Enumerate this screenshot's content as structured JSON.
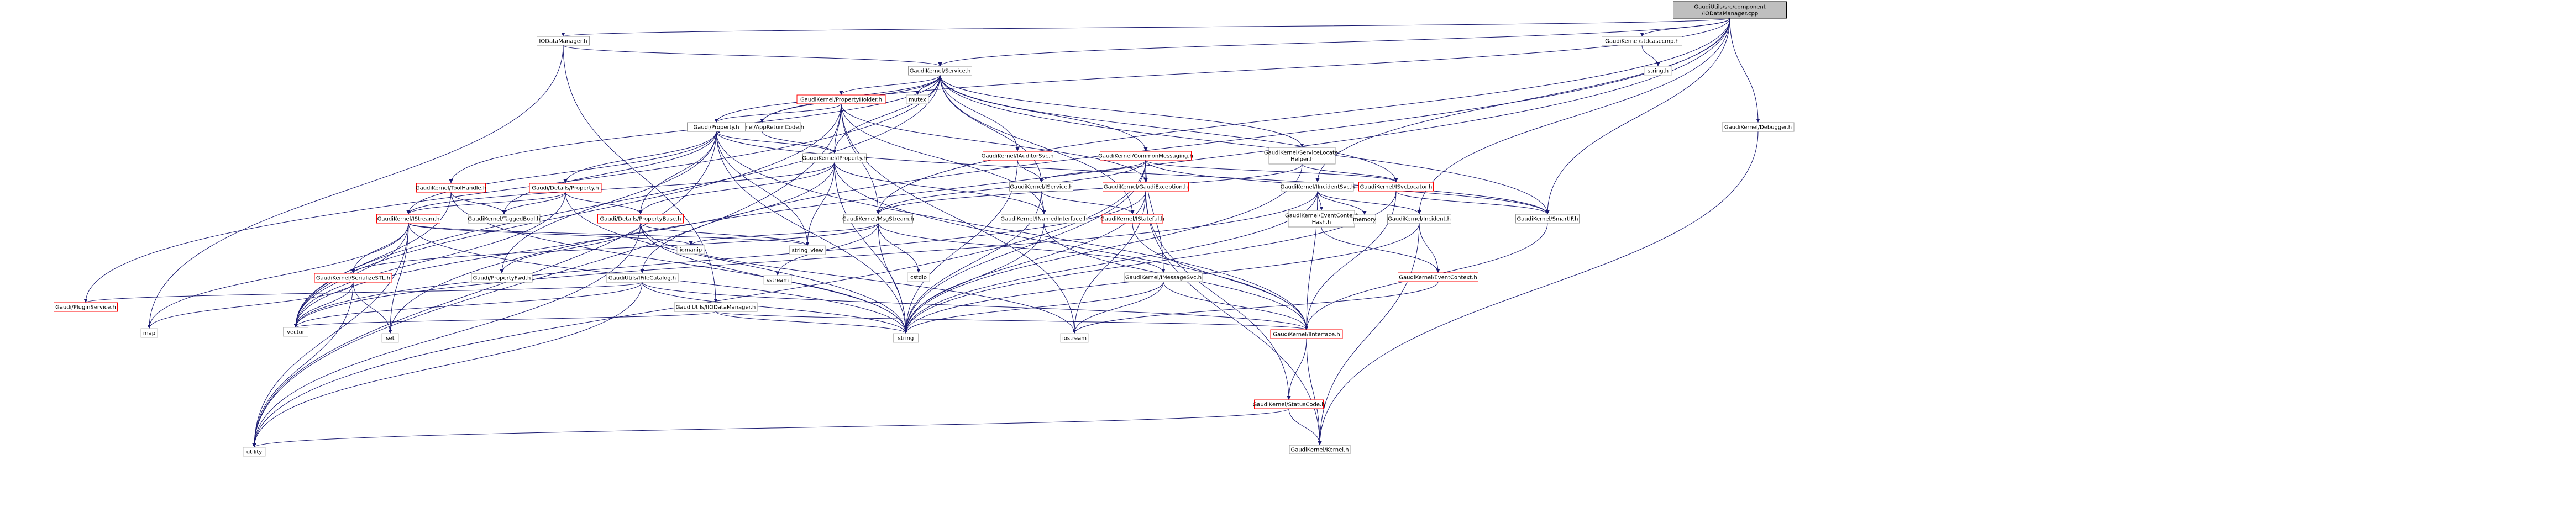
{
  "colors": {
    "edge": "#191970",
    "node_border": "#999999",
    "node_border_missing": "#bfbfbf",
    "node_border_truncated": "#ff0000",
    "root_fill": "#bfbfbf"
  },
  "nodes": [
    {
      "id": "root",
      "lines": [
        "GaudiUtils/src/component",
        "/IODataManager.cpp"
      ],
      "style": "root"
    },
    {
      "id": "iodatamanager_h",
      "lines": [
        "IODataManager.h"
      ],
      "style": "normal"
    },
    {
      "id": "service_h",
      "lines": [
        "GaudiKernel/Service.h"
      ],
      "style": "normal"
    },
    {
      "id": "stdcasecmp_h",
      "lines": [
        "GaudiKernel/stdcasecmp.h"
      ],
      "style": "normal"
    },
    {
      "id": "string_h",
      "lines": [
        "string.h"
      ],
      "style": "missing"
    },
    {
      "id": "debugger_h",
      "lines": [
        "GaudiKernel/Debugger.h"
      ],
      "style": "normal"
    },
    {
      "id": "propertyholder_h",
      "lines": [
        "GaudiKernel/PropertyHolder.h"
      ],
      "style": "truncated"
    },
    {
      "id": "appreturncode_h",
      "lines": [
        "GaudiKernel/AppReturnCode.h"
      ],
      "style": "normal"
    },
    {
      "id": "mutex",
      "lines": [
        "mutex"
      ],
      "style": "missing"
    },
    {
      "id": "property_h",
      "lines": [
        "Gaudi/Property.h"
      ],
      "style": "normal"
    },
    {
      "id": "iauditorsvc_h",
      "lines": [
        "GaudiKernel/IAuditorSvc.h"
      ],
      "style": "truncated"
    },
    {
      "id": "commonmessaging_h",
      "lines": [
        "GaudiKernel/CommonMessaging.h"
      ],
      "style": "truncated"
    },
    {
      "id": "servicelocatorhelper_h",
      "lines": [
        "GaudiKernel/ServiceLocator",
        "Helper.h"
      ],
      "style": "normal"
    },
    {
      "id": "iproperty_h",
      "lines": [
        "GaudiKernel/IProperty.h"
      ],
      "style": "normal"
    },
    {
      "id": "itoolhandle_h",
      "lines": [
        "GaudiKernel/ToolHandle.h"
      ],
      "style": "truncated"
    },
    {
      "id": "detailsproperty_h",
      "lines": [
        "Gaudi/Details/Property.h"
      ],
      "style": "truncated"
    },
    {
      "id": "iservice_h",
      "lines": [
        "GaudiKernel/IService.h"
      ],
      "style": "normal"
    },
    {
      "id": "gaudiexception_h",
      "lines": [
        "GaudiKernel/GaudiException.h"
      ],
      "style": "truncated"
    },
    {
      "id": "isvclocator_h",
      "lines": [
        "GaudiKernel/ISvcLocator.h"
      ],
      "style": "truncated"
    },
    {
      "id": "iincidentsvc_h",
      "lines": [
        "GaudiKernel/IIncidentSvc.h"
      ],
      "style": "normal"
    },
    {
      "id": "istream_h",
      "lines": [
        "GaudiKernel/IStream.h"
      ],
      "style": "truncated"
    },
    {
      "id": "taggedbool_h",
      "lines": [
        "GaudiKernel/TaggedBool.h"
      ],
      "style": "normal"
    },
    {
      "id": "propertybase_h",
      "lines": [
        "Gaudi/Details/PropertyBase.h"
      ],
      "style": "truncated"
    },
    {
      "id": "msgstream_h",
      "lines": [
        "GaudiKernel/MsgStream.h"
      ],
      "style": "normal"
    },
    {
      "id": "inamedinterface_h",
      "lines": [
        "GaudiKernel/INamedInterface.h"
      ],
      "style": "normal"
    },
    {
      "id": "istateful_h",
      "lines": [
        "GaudiKernel/IStateful.h"
      ],
      "style": "truncated"
    },
    {
      "id": "eventcontexthash_h",
      "lines": [
        "GaudiKernel/EventContext",
        "Hash.h"
      ],
      "style": "normal"
    },
    {
      "id": "memory",
      "lines": [
        "memory"
      ],
      "style": "missing"
    },
    {
      "id": "incident_h",
      "lines": [
        "GaudiKernel/Incident.h"
      ],
      "style": "normal"
    },
    {
      "id": "smartif_h",
      "lines": [
        "GaudiKernel/SmartIF.h"
      ],
      "style": "normal"
    },
    {
      "id": "filecatalog_h",
      "lines": [
        "GaudiUtils/IFileCatalog.h"
      ],
      "style": "normal"
    },
    {
      "id": "serializestl_h",
      "lines": [
        "GaudiKernel/SerializeSTL.h"
      ],
      "style": "truncated"
    },
    {
      "id": "propertyfwd_h",
      "lines": [
        "Gaudi/PropertyFwd.h"
      ],
      "style": "normal"
    },
    {
      "id": "iomanip",
      "lines": [
        "iomanip"
      ],
      "style": "missing"
    },
    {
      "id": "string_view",
      "lines": [
        "string_view"
      ],
      "style": "missing"
    },
    {
      "id": "sstream",
      "lines": [
        "sstream"
      ],
      "style": "missing"
    },
    {
      "id": "cstdio",
      "lines": [
        "cstdio"
      ],
      "style": "missing"
    },
    {
      "id": "imessagesvc_h",
      "lines": [
        "GaudiKernel/IMessageSvc.h"
      ],
      "style": "normal"
    },
    {
      "id": "eventcontext_h",
      "lines": [
        "GaudiKernel/EventContext.h"
      ],
      "style": "truncated"
    },
    {
      "id": "iiodatamanager_h",
      "lines": [
        "GaudiUtils/IIODataManager.h"
      ],
      "style": "normal"
    },
    {
      "id": "ipluginservice_h",
      "lines": [
        "Gaudi/PluginService.h"
      ],
      "style": "truncated"
    },
    {
      "id": "map",
      "lines": [
        "map"
      ],
      "style": "missing"
    },
    {
      "id": "vector",
      "lines": [
        "vector"
      ],
      "style": "missing"
    },
    {
      "id": "set",
      "lines": [
        "set"
      ],
      "style": "missing"
    },
    {
      "id": "string",
      "lines": [
        "string"
      ],
      "style": "missing"
    },
    {
      "id": "iostream",
      "lines": [
        "iostream"
      ],
      "style": "missing"
    },
    {
      "id": "iinterface_h",
      "lines": [
        "GaudiKernel/IInterface.h"
      ],
      "style": "truncated"
    },
    {
      "id": "utility",
      "lines": [
        "utility"
      ],
      "style": "missing"
    },
    {
      "id": "statuscode_h",
      "lines": [
        "GaudiKernel/StatusCode.h"
      ],
      "style": "truncated"
    },
    {
      "id": "kernel_h",
      "lines": [
        "GaudiKernel/Kernel.h"
      ],
      "style": "normal"
    }
  ],
  "edges": [
    [
      "root",
      "iodatamanager_h"
    ],
    [
      "root",
      "service_h"
    ],
    [
      "root",
      "stdcasecmp_h"
    ],
    [
      "root",
      "debugger_h"
    ],
    [
      "root",
      "appreturncode_h"
    ],
    [
      "root",
      "msgstream_h"
    ],
    [
      "root",
      "iincidentsvc_h"
    ],
    [
      "root",
      "incident_h"
    ],
    [
      "root",
      "smartif_h"
    ],
    [
      "root",
      "filecatalog_h"
    ],
    [
      "root",
      "set"
    ],
    [
      "stdcasecmp_h",
      "string_h"
    ],
    [
      "debugger_h",
      "kernel_h"
    ],
    [
      "iodatamanager_h",
      "service_h"
    ],
    [
      "iodatamanager_h",
      "iiodatamanager_h"
    ],
    [
      "iodatamanager_h",
      "map"
    ],
    [
      "service_h",
      "propertyholder_h"
    ],
    [
      "service_h",
      "appreturncode_h"
    ],
    [
      "service_h",
      "mutex"
    ],
    [
      "service_h",
      "property_h"
    ],
    [
      "service_h",
      "iauditorsvc_h"
    ],
    [
      "service_h",
      "commonmessaging_h"
    ],
    [
      "service_h",
      "servicelocatorhelper_h"
    ],
    [
      "service_h",
      "iproperty_h"
    ],
    [
      "service_h",
      "iservice_h"
    ],
    [
      "service_h",
      "isvclocator_h"
    ],
    [
      "service_h",
      "smartif_h"
    ],
    [
      "service_h",
      "itoolhandle_h"
    ],
    [
      "service_h",
      "istateful_h"
    ],
    [
      "service_h",
      "vector"
    ],
    [
      "service_h",
      "ipluginservice_h"
    ],
    [
      "appreturncode_h",
      "property_h"
    ],
    [
      "appreturncode_h",
      "iproperty_h"
    ],
    [
      "propertyholder_h",
      "property_h"
    ],
    [
      "propertyholder_h",
      "iproperty_h"
    ],
    [
      "propertyholder_h",
      "inamedinterface_h"
    ],
    [
      "propertyholder_h",
      "msgstream_h"
    ],
    [
      "propertyholder_h",
      "gaudiexception_h"
    ],
    [
      "propertyholder_h",
      "utility"
    ],
    [
      "propertyholder_h",
      "iostream"
    ],
    [
      "propertyholder_h",
      "vector"
    ],
    [
      "property_h",
      "iproperty_h"
    ],
    [
      "property_h",
      "detailsproperty_h"
    ],
    [
      "property_h",
      "propertybase_h"
    ],
    [
      "property_h",
      "taggedbool_h"
    ],
    [
      "property_h",
      "istream_h"
    ],
    [
      "property_h",
      "smartif_h"
    ],
    [
      "property_h",
      "string"
    ],
    [
      "property_h",
      "utility"
    ],
    [
      "property_h",
      "propertyfwd_h"
    ],
    [
      "property_h",
      "string_view"
    ],
    [
      "property_h",
      "iinterface_h"
    ],
    [
      "iauditorsvc_h",
      "iservice_h"
    ],
    [
      "iauditorsvc_h",
      "string"
    ],
    [
      "commonmessaging_h",
      "msgstream_h"
    ],
    [
      "commonmessaging_h",
      "imessagesvc_h"
    ],
    [
      "commonmessaging_h",
      "isvclocator_h"
    ],
    [
      "commonmessaging_h",
      "gaudiexception_h"
    ],
    [
      "commonmessaging_h",
      "iservice_h"
    ],
    [
      "commonmessaging_h",
      "smartif_h"
    ],
    [
      "commonmessaging_h",
      "string"
    ],
    [
      "commonmessaging_h",
      "utility"
    ],
    [
      "servicelocatorhelper_h",
      "isvclocator_h"
    ],
    [
      "servicelocatorhelper_h",
      "msgstream_h"
    ],
    [
      "servicelocatorhelper_h",
      "string"
    ],
    [
      "iproperty_h",
      "inamedinterface_h"
    ],
    [
      "iproperty_h",
      "istream_h"
    ],
    [
      "iproperty_h",
      "propertybase_h"
    ],
    [
      "iproperty_h",
      "string"
    ],
    [
      "iproperty_h",
      "vector"
    ],
    [
      "iproperty_h",
      "string_view"
    ],
    [
      "iproperty_h",
      "iinterface_h"
    ],
    [
      "itoolhandle_h",
      "taggedbool_h"
    ],
    [
      "itoolhandle_h",
      "string"
    ],
    [
      "itoolhandle_h",
      "vector"
    ],
    [
      "detailsproperty_h",
      "propertybase_h"
    ],
    [
      "detailsproperty_h",
      "taggedbool_h"
    ],
    [
      "detailsproperty_h",
      "istream_h"
    ],
    [
      "detailsproperty_h",
      "string"
    ],
    [
      "detailsproperty_h",
      "vector"
    ],
    [
      "iservice_h",
      "inamedinterface_h"
    ],
    [
      "iservice_h",
      "istateful_h"
    ],
    [
      "iservice_h",
      "string"
    ],
    [
      "gaudiexception_h",
      "statuscode_h"
    ],
    [
      "gaudiexception_h",
      "kernel_h"
    ],
    [
      "gaudiexception_h",
      "string"
    ],
    [
      "gaudiexception_h",
      "iostream"
    ],
    [
      "gaudiexception_h",
      "vector"
    ],
    [
      "isvclocator_h",
      "iinterface_h"
    ],
    [
      "isvclocator_h",
      "smartif_h"
    ],
    [
      "isvclocator_h",
      "string"
    ],
    [
      "iincidentsvc_h",
      "incident_h"
    ],
    [
      "iincidentsvc_h",
      "eventcontexthash_h"
    ],
    [
      "iincidentsvc_h",
      "memory"
    ],
    [
      "iincidentsvc_h",
      "iinterface_h"
    ],
    [
      "iincidentsvc_h",
      "string"
    ],
    [
      "iincidentsvc_h",
      "vector"
    ],
    [
      "istream_h",
      "serializestl_h"
    ],
    [
      "istream_h",
      "iomanip"
    ],
    [
      "istream_h",
      "map"
    ],
    [
      "istream_h",
      "set"
    ],
    [
      "istream_h",
      "string"
    ],
    [
      "istream_h",
      "string_view"
    ],
    [
      "istream_h",
      "vector"
    ],
    [
      "istream_h",
      "utility"
    ],
    [
      "propertybase_h",
      "propertyfwd_h"
    ],
    [
      "propertybase_h",
      "string"
    ],
    [
      "propertybase_h",
      "string_view"
    ],
    [
      "propertybase_h",
      "utility"
    ],
    [
      "propertybase_h",
      "iostream"
    ],
    [
      "msgstream_h",
      "iomanip"
    ],
    [
      "msgstream_h",
      "sstream"
    ],
    [
      "msgstream_h",
      "string"
    ],
    [
      "msgstream_h",
      "cstdio"
    ],
    [
      "msgstream_h",
      "imessagesvc_h"
    ],
    [
      "msgstream_h",
      "serializestl_h"
    ],
    [
      "inamedinterface_h",
      "iinterface_h"
    ],
    [
      "inamedinterface_h",
      "string"
    ],
    [
      "istateful_h",
      "iinterface_h"
    ],
    [
      "eventcontexthash_h",
      "eventcontext_h"
    ],
    [
      "incident_h",
      "eventcontext_h"
    ],
    [
      "incident_h",
      "kernel_h"
    ],
    [
      "incident_h",
      "string"
    ],
    [
      "smartif_h",
      "iinterface_h"
    ],
    [
      "filecatalog_h",
      "iinterface_h"
    ],
    [
      "filecatalog_h",
      "string"
    ],
    [
      "filecatalog_h",
      "vector"
    ],
    [
      "filecatalog_h",
      "utility"
    ],
    [
      "filecatalog_h",
      "ipluginservice_h"
    ],
    [
      "serializestl_h",
      "map"
    ],
    [
      "serializestl_h",
      "vector"
    ],
    [
      "serializestl_h",
      "set"
    ],
    [
      "serializestl_h",
      "utility"
    ],
    [
      "imessagesvc_h",
      "iinterface_h"
    ],
    [
      "imessagesvc_h",
      "string"
    ],
    [
      "imessagesvc_h",
      "iostream"
    ],
    [
      "eventcontext_h",
      "iostream"
    ],
    [
      "iiodatamanager_h",
      "iinterface_h"
    ],
    [
      "iiodatamanager_h",
      "string"
    ],
    [
      "iiodatamanager_h",
      "vector"
    ],
    [
      "iinterface_h",
      "statuscode_h"
    ],
    [
      "iinterface_h",
      "kernel_h"
    ],
    [
      "statuscode_h",
      "kernel_h"
    ],
    [
      "statuscode_h",
      "utility"
    ]
  ]
}
